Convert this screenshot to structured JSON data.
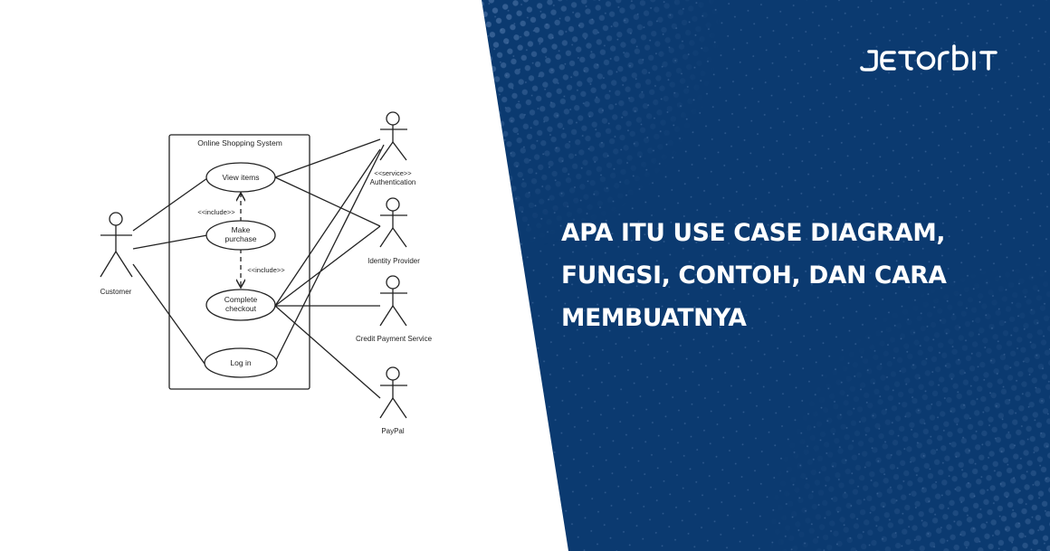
{
  "brand": {
    "logo_text": "JETORBIT",
    "colors": {
      "background_blue": "#0b3a70",
      "dot_blue": "#2e5a8e",
      "text": "#ffffff",
      "diagram_ink": "#222222"
    }
  },
  "headline": {
    "lines": [
      "APA ITU USE CASE DIAGRAM,",
      "FUNGSI, CONTOH, DAN CARA",
      "MEMBUATNYA"
    ]
  },
  "diagram": {
    "system_boundary": {
      "title": "Online Shopping System"
    },
    "use_cases": [
      {
        "id": "view_items",
        "lines": [
          "View items"
        ]
      },
      {
        "id": "make_purchase",
        "lines": [
          "Make",
          "purchase"
        ]
      },
      {
        "id": "complete_checkout",
        "lines": [
          "Complete",
          "checkout"
        ]
      },
      {
        "id": "log_in",
        "lines": [
          "Log in"
        ]
      }
    ],
    "actors": [
      {
        "id": "customer",
        "label": "Customer"
      },
      {
        "id": "authentication",
        "stereotype": "<<service>>",
        "label": "Authentication"
      },
      {
        "id": "identity_provider",
        "label": "Identity Provider"
      },
      {
        "id": "credit_payment_service",
        "label": "Credit Payment Service"
      },
      {
        "id": "paypal",
        "label": "PayPal"
      }
    ],
    "relationships": [
      {
        "from": "make_purchase",
        "to": "view_items",
        "type": "include",
        "label": "<<include>>"
      },
      {
        "from": "make_purchase",
        "to": "complete_checkout",
        "type": "include",
        "label": "<<include>>"
      }
    ]
  }
}
